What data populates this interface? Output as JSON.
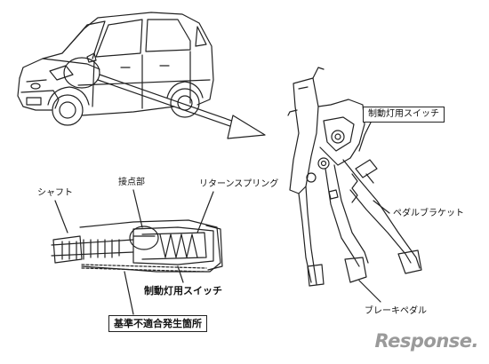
{
  "labels": {
    "brake_light_switch_top": "制動灯用スイッチ",
    "pedal_bracket": "ペダルブラケット",
    "brake_pedal": "ブレーキペダル",
    "shaft": "シャフト",
    "contact": "接点部",
    "return_spring": "リターンスプリング",
    "brake_light_switch_bottom": "制動灯用スイッチ",
    "defect_location": "基準不適合発生箇所"
  },
  "watermark": "Response.",
  "colors": {
    "line": "#222222",
    "watermark": "#9a9a9a"
  }
}
